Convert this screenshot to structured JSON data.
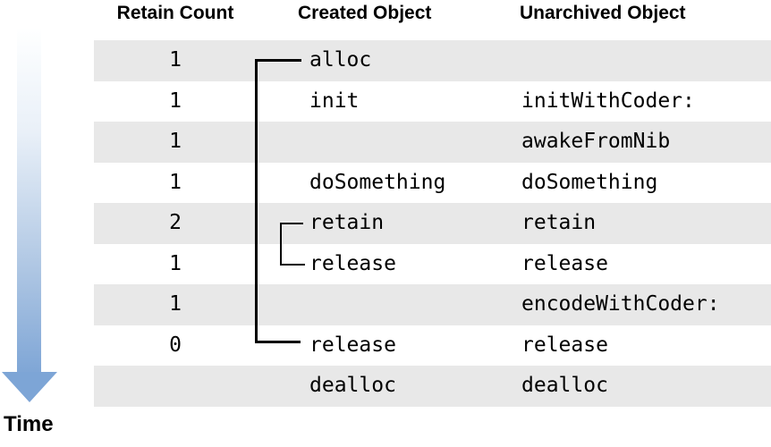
{
  "headers": {
    "retain_count": "Retain Count",
    "created_object": "Created Object",
    "unarchived_object": "Unarchived Object"
  },
  "rows": [
    {
      "count": "1",
      "created": "alloc",
      "unarchived": ""
    },
    {
      "count": "1",
      "created": "init",
      "unarchived": "initWithCoder:"
    },
    {
      "count": "1",
      "created": "",
      "unarchived": "awakeFromNib"
    },
    {
      "count": "1",
      "created": "doSomething",
      "unarchived": "doSomething"
    },
    {
      "count": "2",
      "created": "retain",
      "unarchived": "retain"
    },
    {
      "count": "1",
      "created": "release",
      "unarchived": "release"
    },
    {
      "count": "1",
      "created": "",
      "unarchived": "encodeWithCoder:"
    },
    {
      "count": "0",
      "created": "release",
      "unarchived": "release"
    },
    {
      "count": "",
      "created": "dealloc",
      "unarchived": "dealloc"
    }
  ],
  "time_label": "Time",
  "connectors": {
    "main_bracket": "alloc-to-final-release",
    "sub_bracket": "retain-to-release"
  },
  "colors": {
    "row_stripe": "#e8e8e8",
    "arrow_gradient_top": "#feffff",
    "arrow_gradient_bottom": "#7fa6d6",
    "line": "#000000",
    "text": "#000000"
  }
}
